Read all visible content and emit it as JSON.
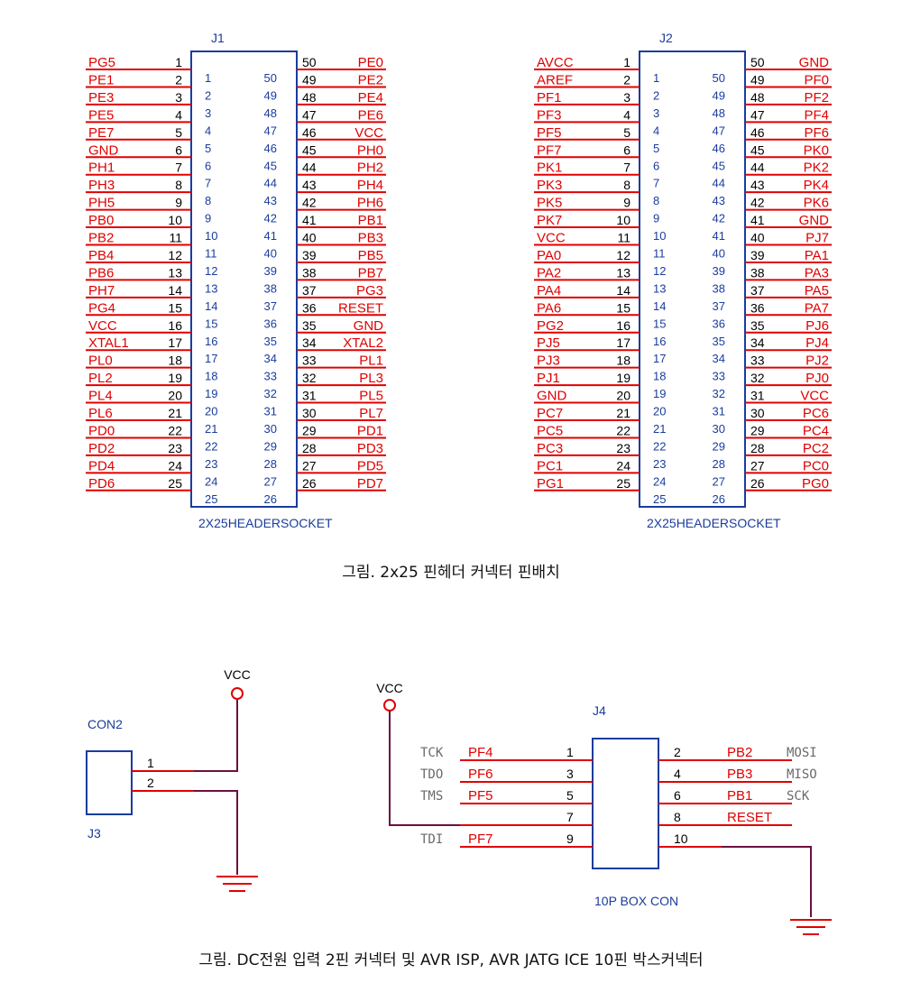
{
  "j1": {
    "ref": "J1",
    "part": "2X25HEADERSOCKET",
    "left": [
      "PG5",
      "PE1",
      "PE3",
      "PE5",
      "PE7",
      "GND",
      "PH1",
      "PH3",
      "PH5",
      "PB0",
      "PB2",
      "PB4",
      "PB6",
      "PH7",
      "PG4",
      "VCC",
      "XTAL1",
      "PL0",
      "PL2",
      "PL4",
      "PL6",
      "PD0",
      "PD2",
      "PD4",
      "PD6"
    ],
    "right": [
      "PE0",
      "PE2",
      "PE4",
      "PE6",
      "VCC",
      "PH0",
      "PH2",
      "PH4",
      "PH6",
      "PB1",
      "PB3",
      "PB5",
      "PB7",
      "PG3",
      "RESET",
      "GND",
      "XTAL2",
      "PL1",
      "PL3",
      "PL5",
      "PL7",
      "PD1",
      "PD3",
      "PD5",
      "PD7"
    ]
  },
  "j2": {
    "ref": "J2",
    "part": "2X25HEADERSOCKET",
    "left": [
      "AVCC",
      "AREF",
      "PF1",
      "PF3",
      "PF5",
      "PF7",
      "PK1",
      "PK3",
      "PK5",
      "PK7",
      "VCC",
      "PA0",
      "PA2",
      "PA4",
      "PA6",
      "PG2",
      "PJ5",
      "PJ3",
      "PJ1",
      "GND",
      "PC7",
      "PC5",
      "PC3",
      "PC1",
      "PG1"
    ],
    "right": [
      "GND",
      "PF0",
      "PF2",
      "PF4",
      "PF6",
      "PK0",
      "PK2",
      "PK4",
      "PK6",
      "GND",
      "PJ7",
      "PA1",
      "PA3",
      "PA5",
      "PA7",
      "PJ6",
      "PJ4",
      "PJ2",
      "PJ0",
      "VCC",
      "PC6",
      "PC4",
      "PC2",
      "PC0",
      "PG0"
    ]
  },
  "caption1": "그림. 2x25 핀헤더 커넥터 핀배치",
  "j3": {
    "title": "CON2",
    "ref": "J3",
    "pin1": "1",
    "pin2": "2",
    "vcc": "VCC"
  },
  "j4": {
    "ref": "J4",
    "part": "10P BOX CON",
    "vcc": "VCC",
    "pins": [
      {
        "num": "1",
        "net": "PF4",
        "func": "TCK"
      },
      {
        "num": "2",
        "net": "PB2",
        "func": "MOSI"
      },
      {
        "num": "3",
        "net": "PF6",
        "func": "TDO"
      },
      {
        "num": "4",
        "net": "PB3",
        "func": "MISO"
      },
      {
        "num": "5",
        "net": "PF5",
        "func": "TMS"
      },
      {
        "num": "6",
        "net": "PB1",
        "func": "SCK"
      },
      {
        "num": "7",
        "net": "",
        "func": ""
      },
      {
        "num": "8",
        "net": "RESET",
        "func": ""
      },
      {
        "num": "9",
        "net": "PF7",
        "func": "TDI"
      },
      {
        "num": "10",
        "net": "",
        "func": ""
      }
    ]
  },
  "caption2": "그림. DC전원 입력 2핀 커넥터 및 AVR ISP, AVR JATG ICE 10핀 박스커넥터",
  "colors": {
    "net_label": "#e00000",
    "wire": "#e00000",
    "ground_wire": "#6b1040",
    "part": "#1a3c9c"
  }
}
